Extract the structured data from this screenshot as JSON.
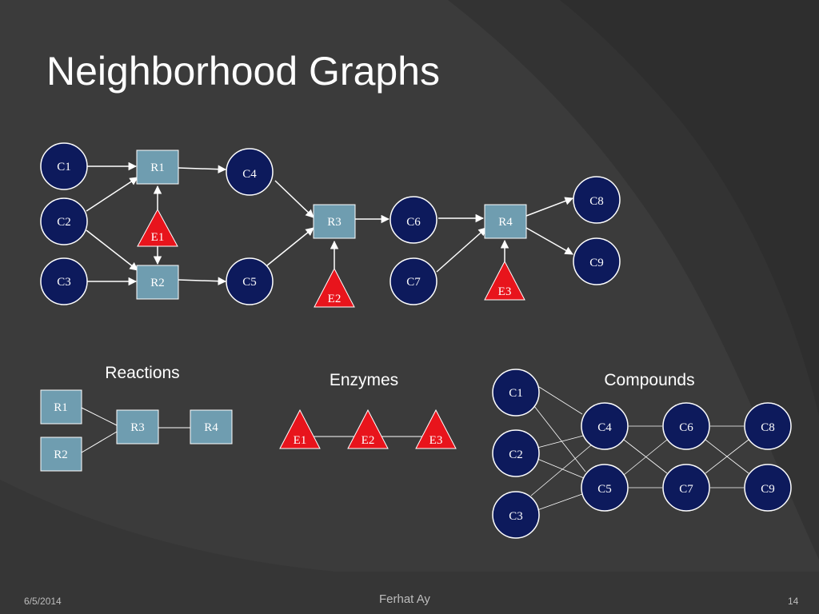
{
  "slide": {
    "title": "Neighborhood Graphs",
    "footer_date": "6/5/2014",
    "footer_author": "Ferhat Ay",
    "footer_page": "14"
  },
  "colors": {
    "background": "#3b3b3b",
    "compound_fill": "#0d1a5c",
    "reaction_fill": "#6f9db0",
    "enzyme_fill": "#e8141c",
    "edge": "#ffffff"
  },
  "main_graph": {
    "compounds": [
      "C1",
      "C2",
      "C3",
      "C4",
      "C5",
      "C6",
      "C7",
      "C8",
      "C9"
    ],
    "reactions": [
      "R1",
      "R2",
      "R3",
      "R4"
    ],
    "enzymes": [
      "E1",
      "E2",
      "E3"
    ]
  },
  "reactions_graph": {
    "label": "Reactions",
    "nodes": [
      "R1",
      "R2",
      "R3",
      "R4"
    ]
  },
  "enzymes_graph": {
    "label": "Enzymes",
    "nodes": [
      "E1",
      "E2",
      "E3"
    ]
  },
  "compounds_graph": {
    "label": "Compounds",
    "nodes": [
      "C1",
      "C2",
      "C3",
      "C4",
      "C5",
      "C6",
      "C7",
      "C8",
      "C9"
    ]
  }
}
